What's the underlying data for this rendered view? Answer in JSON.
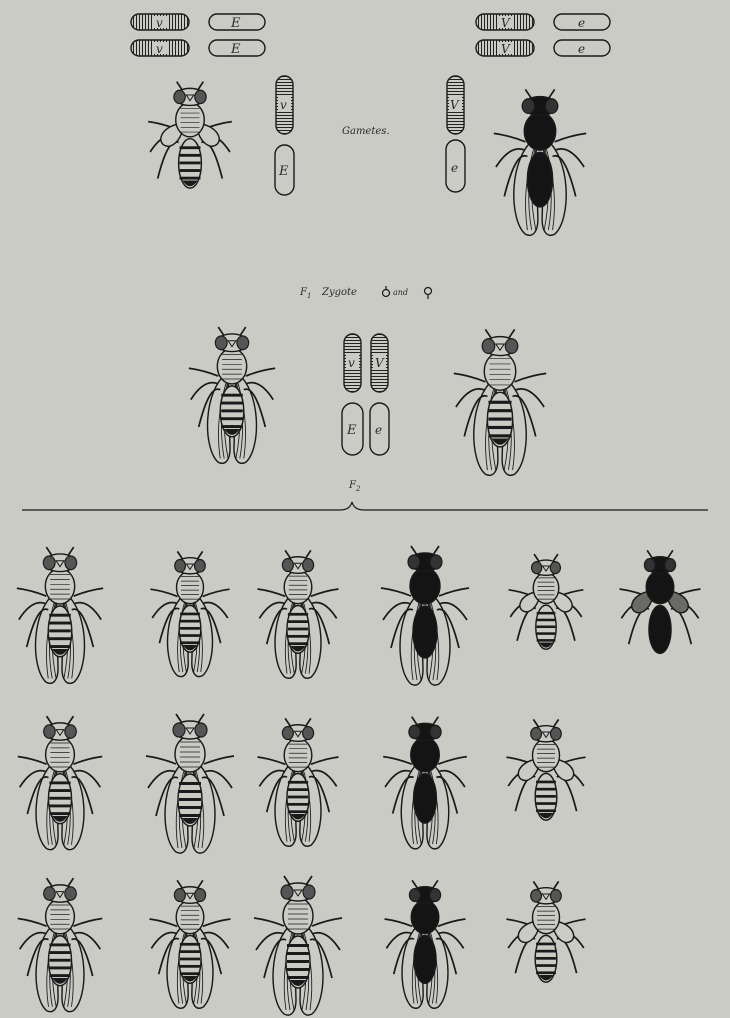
{
  "labels": {
    "gametes": "Gametes.",
    "f1_prefix": "F",
    "f1_sub": "1",
    "f1_zygote": "Zygote",
    "f1_and": "and",
    "f2_prefix": "F",
    "f2_sub": "2"
  },
  "parents": {
    "left_chromosome_pairs": [
      {
        "rod": "v",
        "oval": "E"
      },
      {
        "rod": "v",
        "oval": "E"
      }
    ],
    "right_chromosome_pairs": [
      {
        "rod": "V",
        "oval": "e"
      },
      {
        "rod": "V",
        "oval": "e"
      }
    ],
    "left_gametes": {
      "rod": "v",
      "oval": "E"
    },
    "right_gametes": {
      "rod": "V",
      "oval": "e"
    }
  },
  "f1": {
    "chromosomes": {
      "rods": [
        "v",
        "V"
      ],
      "ovals": [
        "E",
        "e"
      ]
    }
  },
  "colors": {
    "ink": "#1a1a1a",
    "paper": "#cbcbc6",
    "ebony": "#141414"
  },
  "f2_rows": [
    [
      "normal",
      "normal",
      "normal",
      "ebony-long",
      "vestigial",
      "ebony-vestigial"
    ],
    [
      "normal",
      "normal",
      "normal",
      "ebony-long",
      "vestigial"
    ],
    [
      "normal",
      "normal",
      "normal",
      "ebony-long",
      "vestigial"
    ]
  ]
}
